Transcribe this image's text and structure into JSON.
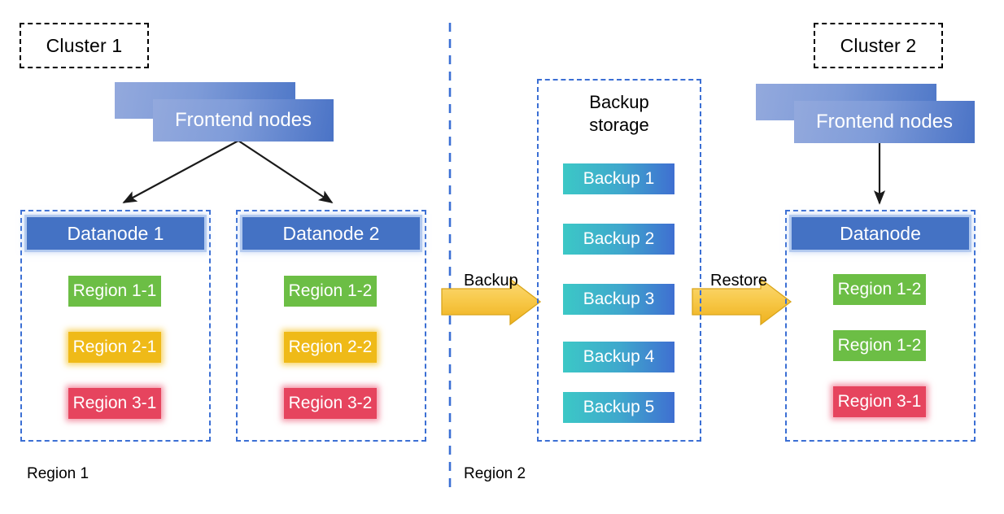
{
  "diagram": {
    "title_chips": [
      {
        "name": "cluster-1",
        "label": "Cluster 1"
      },
      {
        "name": "cluster-2",
        "label": "Cluster 2"
      }
    ],
    "frontend_nodes": {
      "cluster1_label": "Frontend nodes",
      "cluster2_label": "Frontend nodes"
    },
    "cluster1": {
      "datanode1": {
        "title": "Datanode 1",
        "regions": [
          {
            "label": "Region 1-1",
            "color": "#6cbe45"
          },
          {
            "label": "Region 2-1",
            "color": "#efba18"
          },
          {
            "label": "Region 3-1",
            "color": "#e6445e"
          }
        ]
      },
      "datanode2": {
        "title": "Datanode 2",
        "regions": [
          {
            "label": "Region 1-2",
            "color": "#6cbe45"
          },
          {
            "label": "Region 2-2",
            "color": "#efba18"
          },
          {
            "label": "Region 3-2",
            "color": "#e6445e"
          }
        ]
      }
    },
    "backup_storage": {
      "title_line1": "Backup",
      "title_line2": "storage",
      "items": [
        {
          "label": "Backup 1"
        },
        {
          "label": "Backup 2"
        },
        {
          "label": "Backup 3"
        },
        {
          "label": "Backup 4"
        },
        {
          "label": "Backup 5"
        }
      ]
    },
    "cluster2": {
      "datanode": {
        "title": "Datanode",
        "regions": [
          {
            "label": "Region 1-2",
            "color": "#6cbe45"
          },
          {
            "label": "Region 1-2",
            "color": "#6cbe45"
          },
          {
            "label": "Region 3-1",
            "color": "#e6445e"
          }
        ]
      }
    },
    "flow_arrows": [
      {
        "name": "backup-arrow",
        "label": "Backup"
      },
      {
        "name": "restore-arrow",
        "label": "Restore"
      }
    ],
    "region_footers": [
      {
        "name": "region-1-footer",
        "label": "Region 1"
      },
      {
        "name": "region-2-footer",
        "label": "Region 2"
      }
    ],
    "colors": {
      "node_blue": "#4472c4",
      "dashed_blue": "#3b6fd4",
      "region_green": "#6cbe45",
      "region_yellow": "#efba18",
      "region_red": "#e6445e",
      "backup_gradient_start": "#3cc8c6",
      "backup_gradient_end": "#3f6fd1",
      "arrow_yellow": "#f7c945",
      "frontend_blue": "#7f9cd9"
    }
  }
}
